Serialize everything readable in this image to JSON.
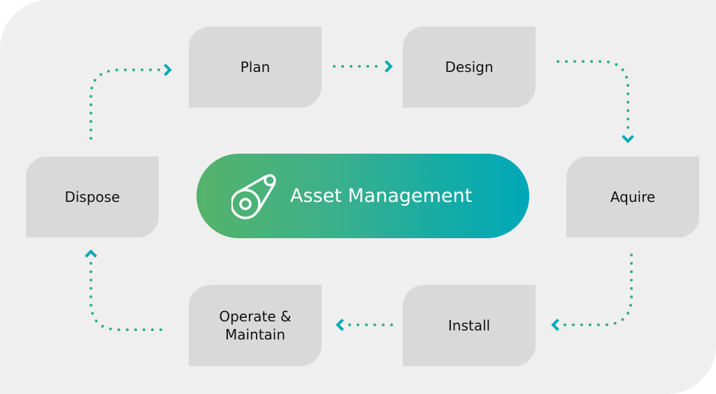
{
  "center": {
    "label": "Asset Management",
    "icon": "belt-pulley-icon"
  },
  "stages": [
    {
      "label": "Plan"
    },
    {
      "label": "Design"
    },
    {
      "label": "Aquire"
    },
    {
      "label": "Install"
    },
    {
      "label": "Operate & Maintain"
    },
    {
      "label": "Dispose"
    }
  ],
  "colors": {
    "green": "#4cb56e",
    "teal": "#00a9b5",
    "box": "#d9d9d9",
    "panel": "#efefef"
  }
}
